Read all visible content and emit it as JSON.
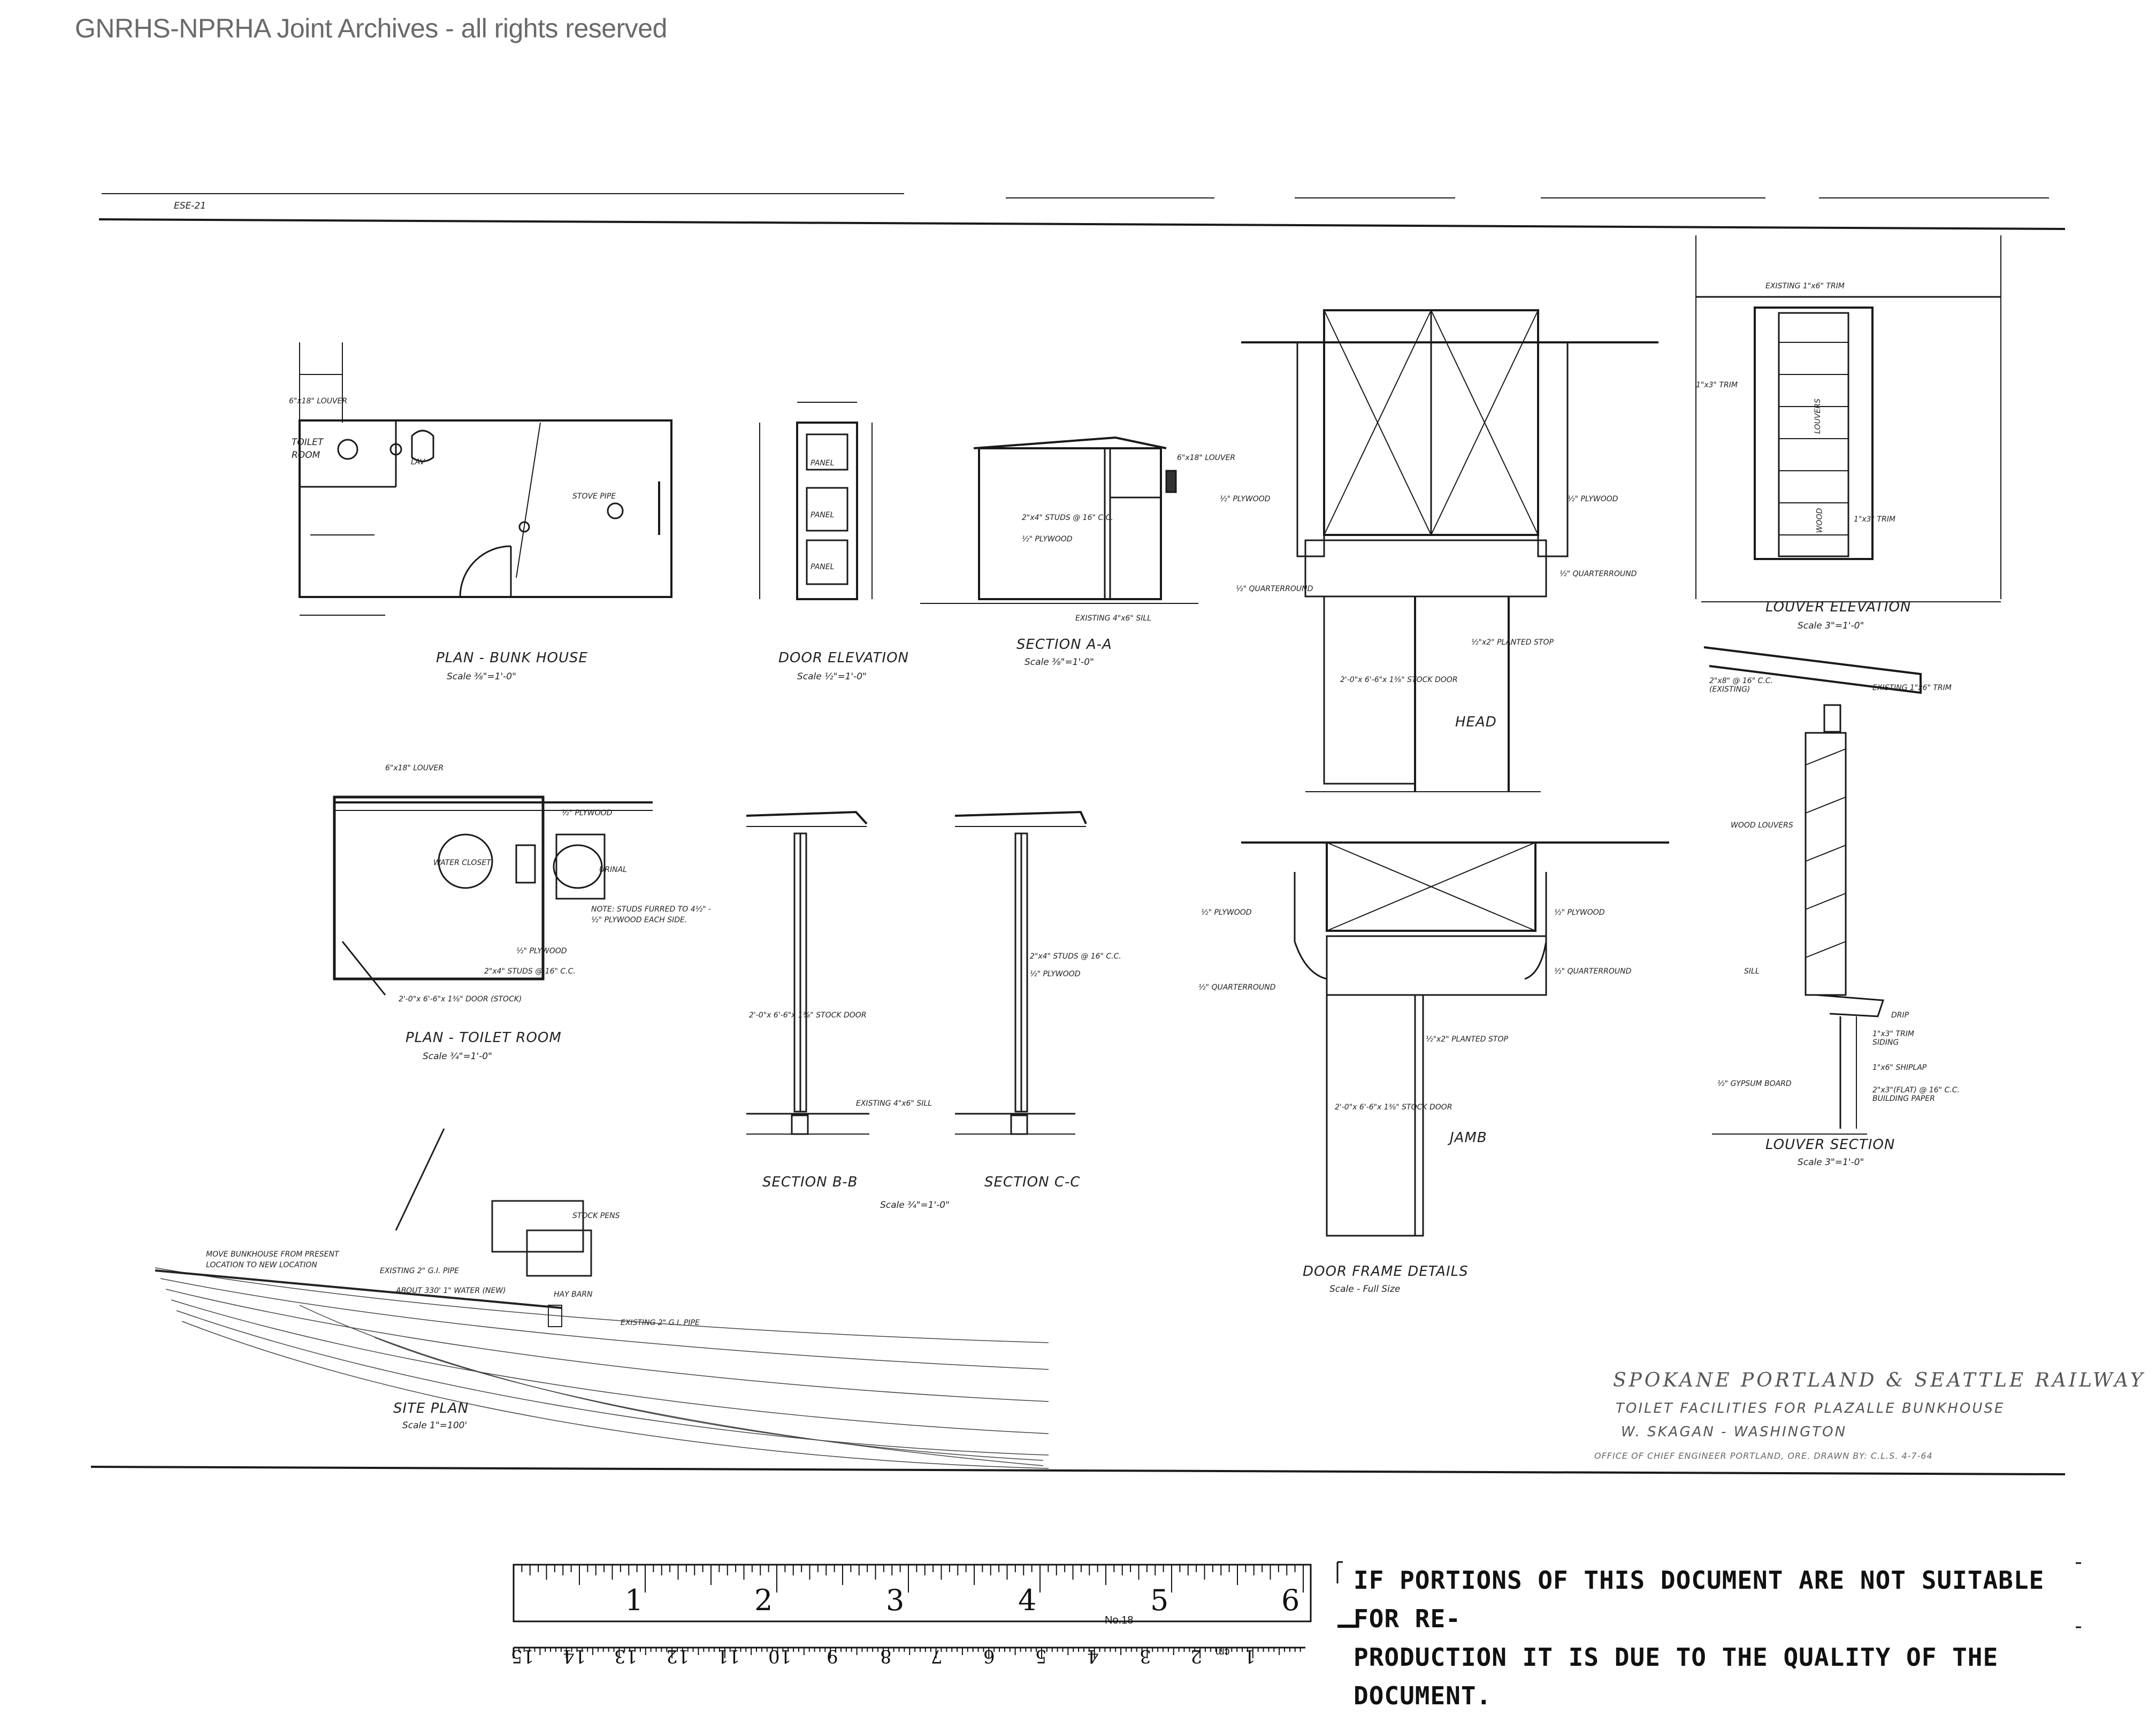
{
  "watermark": "GNRHS-NPRHA Joint Archives - all rights reserved",
  "sheet_ref": "ESE-21",
  "drawings": {
    "plan_bunk_house": {
      "title": "PLAN - BUNK HOUSE",
      "scale": "Scale ⅜\"=1'-0\""
    },
    "door_elevation": {
      "title": "DOOR ELEVATION",
      "scale": "Scale ½\"=1'-0\""
    },
    "section_aa": {
      "title": "SECTION A-A",
      "scale": "Scale ⅜\"=1'-0\""
    },
    "plan_toilet_room": {
      "title": "PLAN - TOILET ROOM",
      "scale": "Scale ¾\"=1'-0\""
    },
    "section_bb": {
      "title": "SECTION B-B"
    },
    "section_cc": {
      "title": "SECTION C-C"
    },
    "section_scale": "Scale ¾\"=1'-0\"",
    "site_plan": {
      "title": "SITE PLAN",
      "scale": "Scale 1\"=100'"
    },
    "door_frame_details": {
      "title": "DOOR FRAME DETAILS",
      "scale": "Scale - Full Size"
    },
    "louver_elevation": {
      "title": "LOUVER ELEVATION",
      "scale": "Scale 3\"=1'-0\""
    },
    "louver_section": {
      "title": "LOUVER SECTION",
      "scale": "Scale 3\"=1'-0\""
    },
    "head_label": "HEAD",
    "jamb_label": "JAMB"
  },
  "annotations": {
    "toilet_room": "TOILET ROOM",
    "stove_pipe": "STOVE PIPE",
    "louver_6x18": "6\"x18\" LOUVER",
    "plywood_half": "½\" PLYWOOD",
    "quarterround": "½\" QUARTERROUND",
    "planted_stop": "½\"x2\" PLANTED STOP",
    "stock_door": "2'-0\"x 6'-6\"x 1⅜\" STOCK DOOR",
    "existing_trim": "EXISTING 1\"x6\" TRIM",
    "trim_1x3": "1\"x3\" TRIM",
    "louvers": "LOUVERS",
    "wood": "WOOD",
    "wood_louvers": "WOOD LOUVERS",
    "sill": "SILL",
    "drip": "DRIP",
    "siding": "1\"x3\" TRIM SIDING",
    "shiplap": "1\"x6\" SHIPLAP",
    "building_paper": "2\"x3\"(FLAT) @ 16\" C.C. BUILDING PAPER",
    "gypsum": "½\" GYPSUM BOARD",
    "rafters": "2\"x8\" @ 16\" C.C. (EXISTING)",
    "water_closet": "WATER CLOSET",
    "lavatory": "LAV",
    "urinal": "URINAL",
    "note": "NOTE: STUDS FURRED TO 4½\" - ½\" PLYWOOD EACH SIDE.",
    "studs": "2\"x4\" STUDS @ 16\" C.C.",
    "toilet_door": "2'-0\"x 6'-6\"x 1⅜\" DOOR (STOCK)",
    "existing_sill": "EXISTING 4\"x6\" SILL",
    "move_bunkhouse": "MOVE BUNKHOUSE FROM PRESENT LOCATION TO NEW LOCATION",
    "existing_pipe": "EXISTING 2\" G.I. PIPE",
    "about_330": "ABOUT 330' 1\" WATER (NEW)",
    "hay_barn": "HAY BARN",
    "stock_pens": "STOCK PENS",
    "existing_pipe_2": "EXISTING 2\" G.I. PIPE",
    "panel": "PANEL"
  },
  "title_block": {
    "railway": "SPOKANE PORTLAND & SEATTLE RAILWAY",
    "project": "TOILET FACILITIES FOR PLAZALLE BUNKHOUSE",
    "location": "W. SKAGAN   -   WASHINGTON",
    "office": "OFFICE OF CHIEF ENGINEER   PORTLAND, ORE.   DRAWN BY: C.L.S.   4-7-64"
  },
  "ruler": {
    "top_numbers": [
      "1",
      "2",
      "3",
      "4",
      "5",
      "6"
    ],
    "bottom_numbers": [
      "15",
      "14",
      "13",
      "12",
      "11",
      "10",
      "9",
      "8",
      "7",
      "6",
      "5",
      "4",
      "3",
      "2",
      "1"
    ],
    "model_label": "No.18",
    "cm_label": "cm"
  },
  "notice": {
    "line1": "IF PORTIONS OF THIS DOCUMENT ARE NOT SUITABLE FOR RE-",
    "line2": "PRODUCTION IT IS DUE TO THE QUALITY OF THE DOCUMENT."
  }
}
